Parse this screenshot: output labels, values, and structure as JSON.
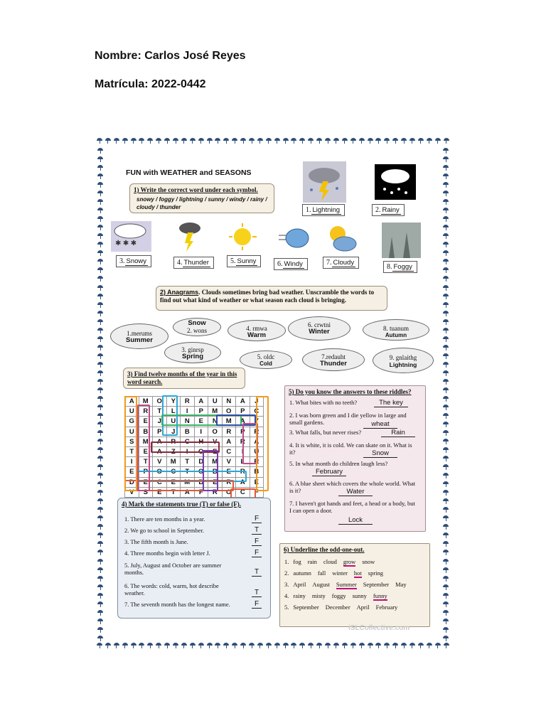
{
  "header": {
    "name_line": "Nombre: Carlos José Reyes",
    "id_line": "Matrícula: 2022-0442"
  },
  "worksheet": {
    "title": "FUN with WEATHER and SEASONS",
    "watermark": "iSLCollective.com",
    "section1": {
      "instruction": "1) Write the correct word under each symbol.",
      "words": "snowy / foggy / lightning / sunny / windy / rainy / cloudy / thunder",
      "items": [
        {
          "num": "1.",
          "answer": "Lightning",
          "icon": "lightning-icon"
        },
        {
          "num": "2.",
          "answer": "Rainy",
          "icon": "rain-cloud-icon"
        },
        {
          "num": "3.",
          "answer": "Snowy",
          "icon": "snow-cloud-icon"
        },
        {
          "num": "4.",
          "answer": "Thunder",
          "icon": "thunder-cloud-icon"
        },
        {
          "num": "5.",
          "answer": "Sunny",
          "icon": "sun-icon"
        },
        {
          "num": "6.",
          "answer": "Windy",
          "icon": "wind-cloud-icon"
        },
        {
          "num": "7.",
          "answer": "Cloudy",
          "icon": "sun-cloud-icon"
        },
        {
          "num": "8.",
          "answer": "Foggy",
          "icon": "fog-icon"
        }
      ]
    },
    "section2": {
      "heading": "2) Anagrams",
      "instruction": ". Clouds sometimes bring bad weather. Unscramble the words to find out what kind of weather or what season each cloud is bringing.",
      "clouds": [
        {
          "scramble": "1.merums",
          "answer": "Summer"
        },
        {
          "scramble": "2. wons",
          "answer": "Snow"
        },
        {
          "scramble": "3. ginrsp",
          "answer": "Spring"
        },
        {
          "scramble": "4. rmwa",
          "answer": "Warm"
        },
        {
          "scramble": "5. oldc",
          "answer": "Cold"
        },
        {
          "scramble": "6. crwtni",
          "answer": "Winter"
        },
        {
          "scramble": "7.redauht",
          "answer": "Thunder"
        },
        {
          "scramble": "8. tuanum",
          "answer": "Autumn"
        },
        {
          "scramble": "9. gnlaithg",
          "answer": "Lightning"
        }
      ]
    },
    "section3": {
      "instruction": "3) Find twelve months of the year in this word search.",
      "grid": [
        [
          "A",
          "M",
          "O",
          "Y",
          "R",
          "A",
          "U",
          "N",
          "A",
          "J"
        ],
        [
          "U",
          "R",
          "T",
          "L",
          "I",
          "P",
          "M",
          "O",
          "P",
          "C"
        ],
        [
          "G",
          "E",
          "J",
          "U",
          "N",
          "E",
          "N",
          "M",
          "A",
          "Y"
        ],
        [
          "U",
          "B",
          "P",
          "J",
          "B",
          "I",
          "O",
          "R",
          "P",
          "R"
        ],
        [
          "S",
          "M",
          "A",
          "R",
          "C",
          "H",
          "V",
          "A",
          "R",
          "A"
        ],
        [
          "T",
          "E",
          "A",
          "Z",
          "I",
          "O",
          "E",
          "C",
          "I",
          "U"
        ],
        [
          "I",
          "T",
          "V",
          "M",
          "T",
          "D",
          "M",
          "V",
          "L",
          "R"
        ],
        [
          "E",
          "P",
          "O",
          "C",
          "T",
          "O",
          "B",
          "E",
          "R",
          "B"
        ],
        [
          "D",
          "E",
          "C",
          "E",
          "M",
          "B",
          "E",
          "R",
          "A",
          "E"
        ],
        [
          "V",
          "S",
          "E",
          "T",
          "A",
          "F",
          "R",
          "O",
          "C",
          "F"
        ]
      ]
    },
    "section4": {
      "instruction": "4) Mark the statements true (T) or false (F).",
      "statements": [
        {
          "text": "1. There are ten months in a year.",
          "answer": "F"
        },
        {
          "text": "2. We go to school in September.",
          "answer": "T"
        },
        {
          "text": "3. The fifth month is June.",
          "answer": "F"
        },
        {
          "text": "4. Three months begin with letter J.",
          "answer": "F"
        },
        {
          "text": "5. July, August and October are summer months.",
          "answer": "T"
        },
        {
          "text": "6. The words: cold, warm, hot describe weather.",
          "answer": "T"
        },
        {
          "text": "7. The seventh month has the longest name.",
          "answer": "F"
        }
      ]
    },
    "section5": {
      "instruction": "5) Do you know the answers to these riddles?",
      "riddles": [
        {
          "q": "1. What bites with no teeth?",
          "a": "The key"
        },
        {
          "q": "2. I was born green and I die yellow in large and small gardens.",
          "a": "wheat"
        },
        {
          "q": "3. What falls, but never rises?",
          "a": "Rain"
        },
        {
          "q": "4. It is white, it is cold. We can skate on it. What is it?",
          "a": "Snow"
        },
        {
          "q": "5. In what month do children laugh less?",
          "a": "February"
        },
        {
          "q": "6. A blue sheet which covers the whole world. What is it?",
          "a": "Water"
        },
        {
          "q": "7. I haven't got hands and feet, a head or a body, but I can open a door.",
          "a": "Lock"
        }
      ]
    },
    "section6": {
      "instruction": "6) Underline the odd-one-out.",
      "rows": [
        {
          "num": "1.",
          "words": [
            "fog",
            "rain",
            "cloud",
            "grow",
            "snow"
          ],
          "odd": 3
        },
        {
          "num": "2.",
          "words": [
            "autumn",
            "fall",
            "winter",
            "hot",
            "spring"
          ],
          "odd": 3
        },
        {
          "num": "3.",
          "words": [
            "April",
            "August",
            "Summer",
            "September",
            "May"
          ],
          "odd": 2
        },
        {
          "num": "4.",
          "words": [
            "rainy",
            "misty",
            "foggy",
            "sunny",
            "funny"
          ],
          "odd": 4
        },
        {
          "num": "5.",
          "words": [
            "September",
            "December",
            "April",
            "February"
          ],
          "odd": -1
        }
      ]
    },
    "colors": {
      "border": "#2f4f77",
      "box_fill": "#f6f0e4",
      "riddle_fill": "#f4e8ec",
      "statements_fill": "#e9eef4",
      "underline": "#c0107a"
    }
  }
}
